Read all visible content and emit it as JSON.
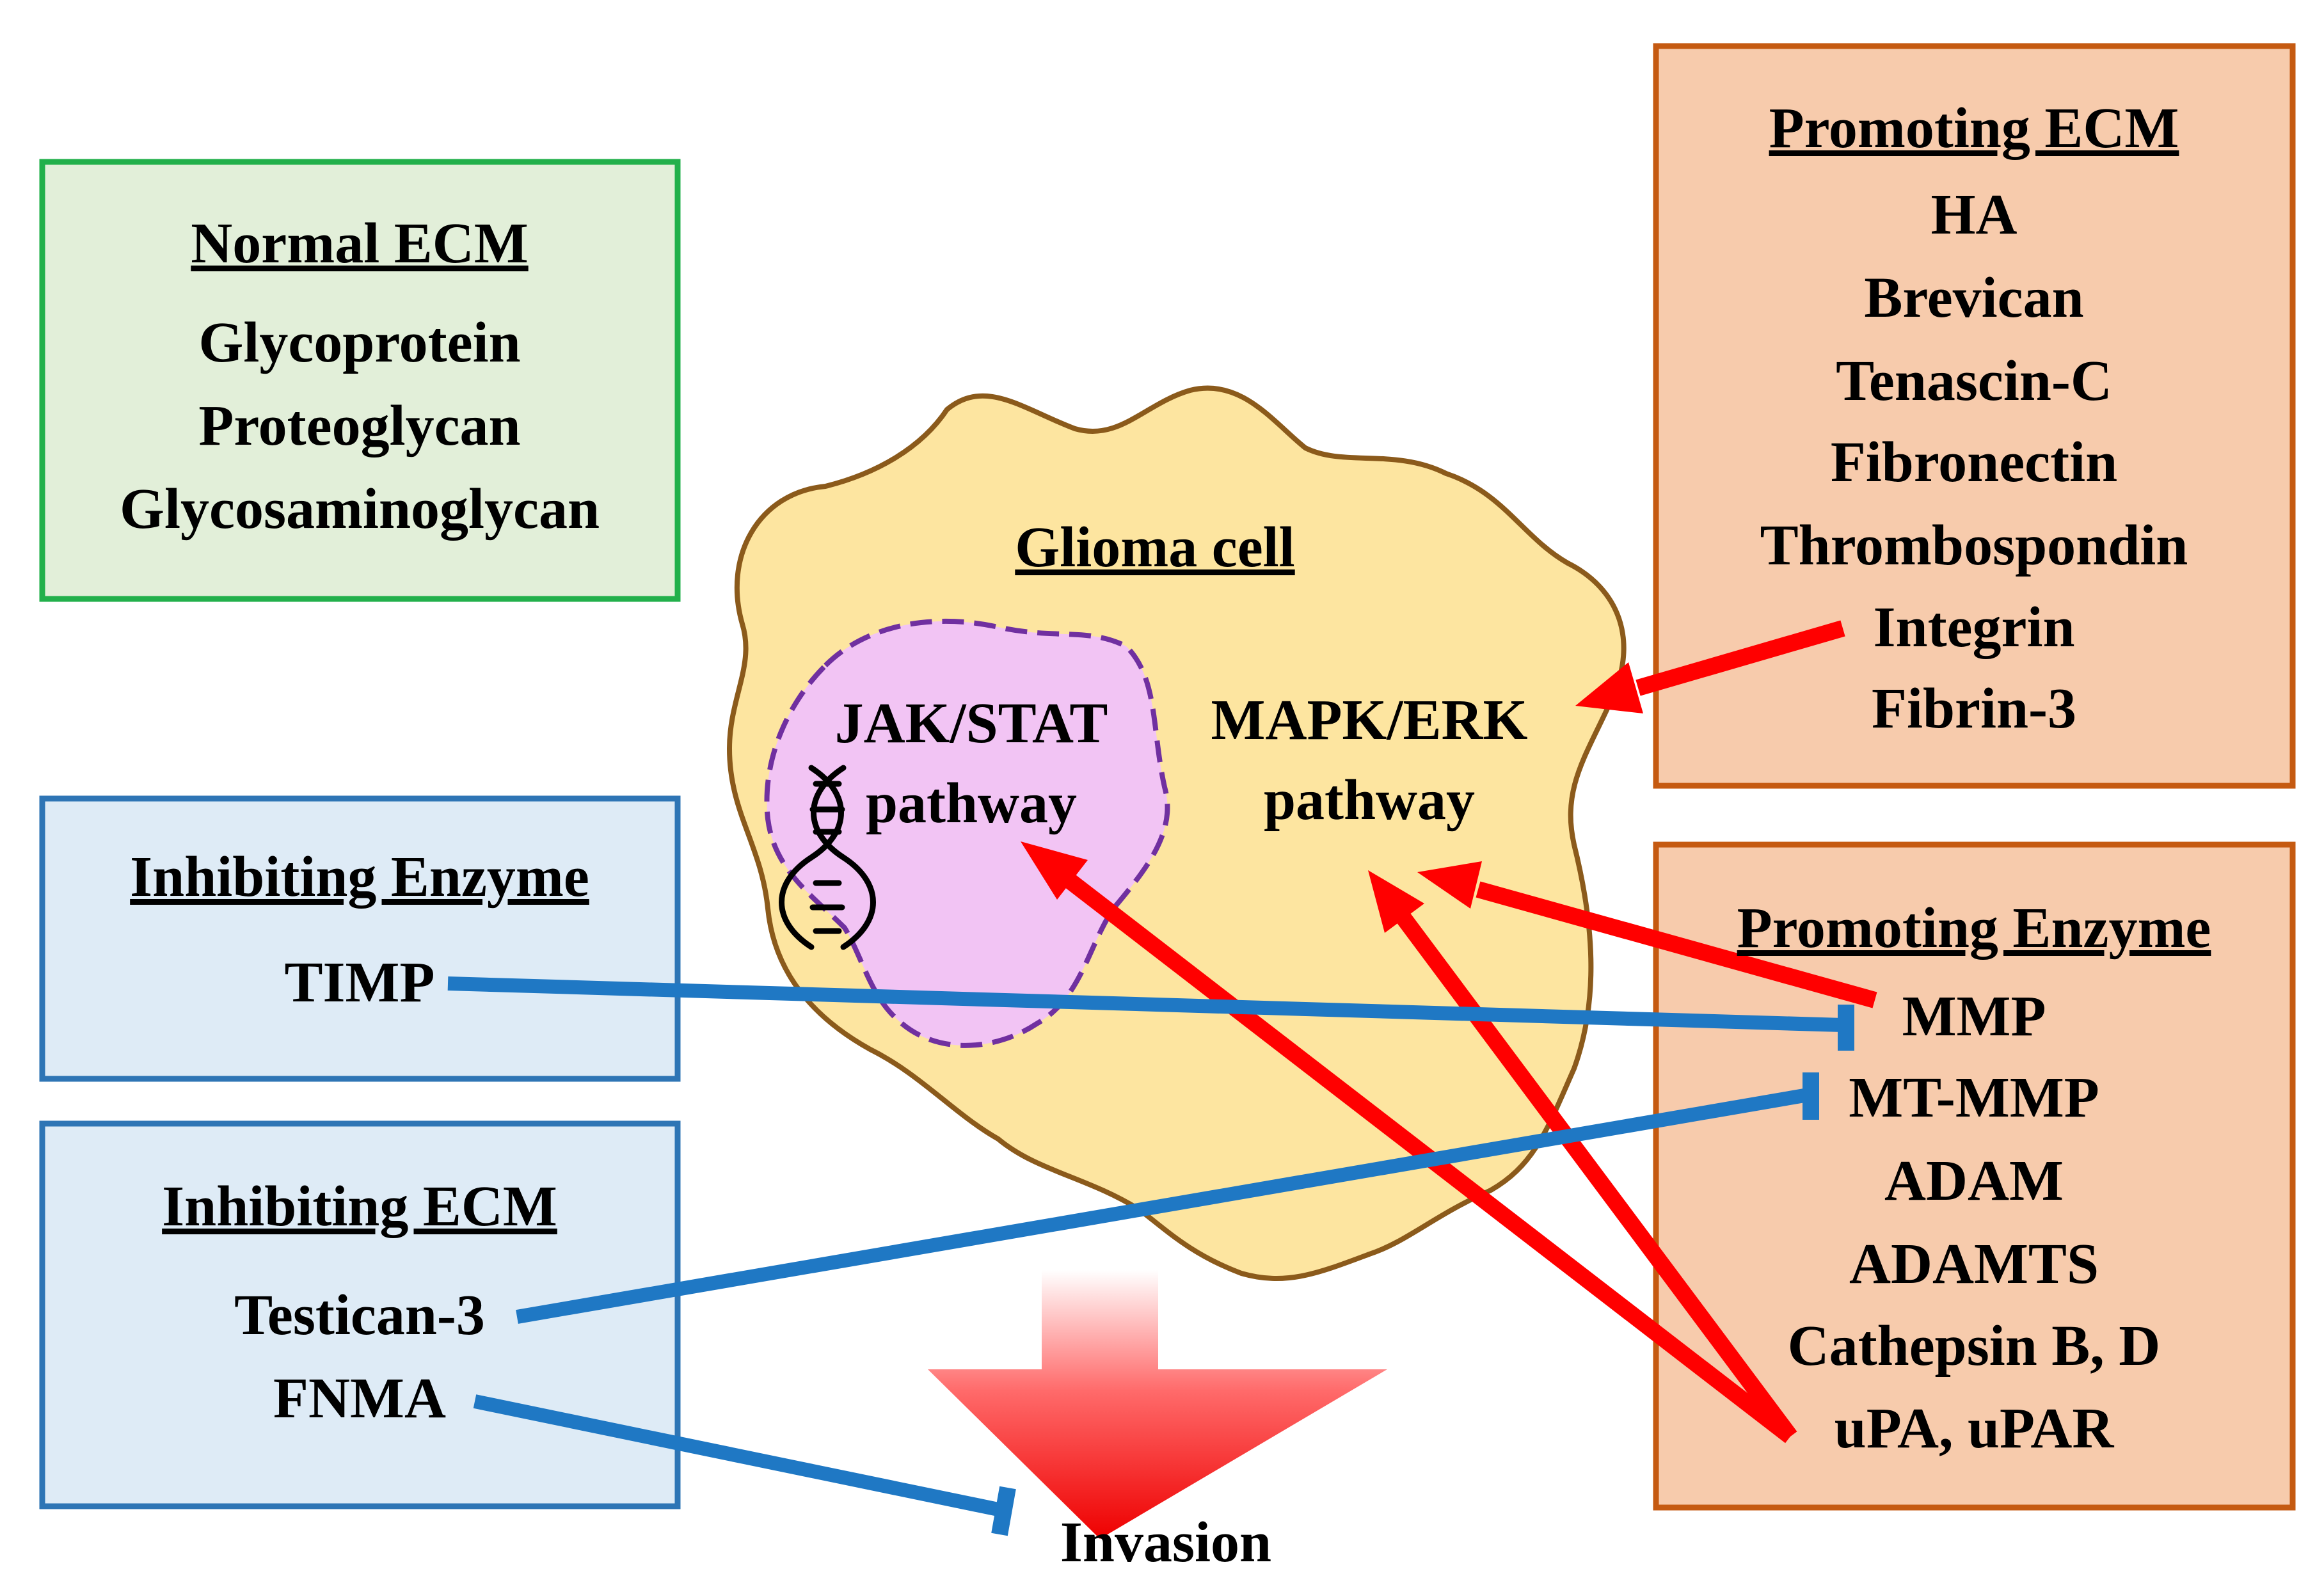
{
  "normal_ecm": {
    "title": "Normal ECM",
    "items": [
      "Glycoprotein",
      "Proteoglycan",
      "Glycosaminoglycan"
    ]
  },
  "promoting_ecm": {
    "title": "Promoting ECM",
    "items": [
      "HA",
      "Brevican",
      "Tenascin-C",
      "Fibronectin",
      "Thrombospondin",
      "Integrin",
      "Fibrin-3"
    ]
  },
  "inhibiting_enzyme": {
    "title": "Inhibiting Enzyme",
    "items": [
      "TIMP"
    ]
  },
  "inhibiting_ecm": {
    "title": "Inhibiting ECM",
    "items": [
      "Testican-3",
      "FNMA"
    ]
  },
  "promoting_enzyme": {
    "title": "Promoting Enzyme",
    "items": [
      "MMP",
      "MT-MMP",
      "ADAM",
      "ADAMTS",
      "Cathepsin B, D",
      "uPA, uPAR"
    ]
  },
  "cell": {
    "title": "Glioma cell",
    "jak_stat": {
      "line1": "JAK/STAT",
      "line2": "pathway"
    },
    "mapk_erk": {
      "line1": "MAPK/ERK",
      "line2": "pathway"
    }
  },
  "outcome": {
    "label": "Invasion"
  },
  "colors": {
    "normal_fill": "#e2efd9",
    "normal_border": "#22b04b",
    "promoting_fill": "#f7cbac",
    "promoting_border": "#c55a11",
    "inhibiting_fill": "#deebf6",
    "inhibiting_border": "#2e75b5",
    "cell_fill": "#fde5a0",
    "cell_border": "#8b5a1b",
    "nucleus_fill": "#f2c4f4",
    "nucleus_border": "#7030a0",
    "activation_arrow": "#ff0000",
    "inhibition_line": "#1f78c4"
  }
}
